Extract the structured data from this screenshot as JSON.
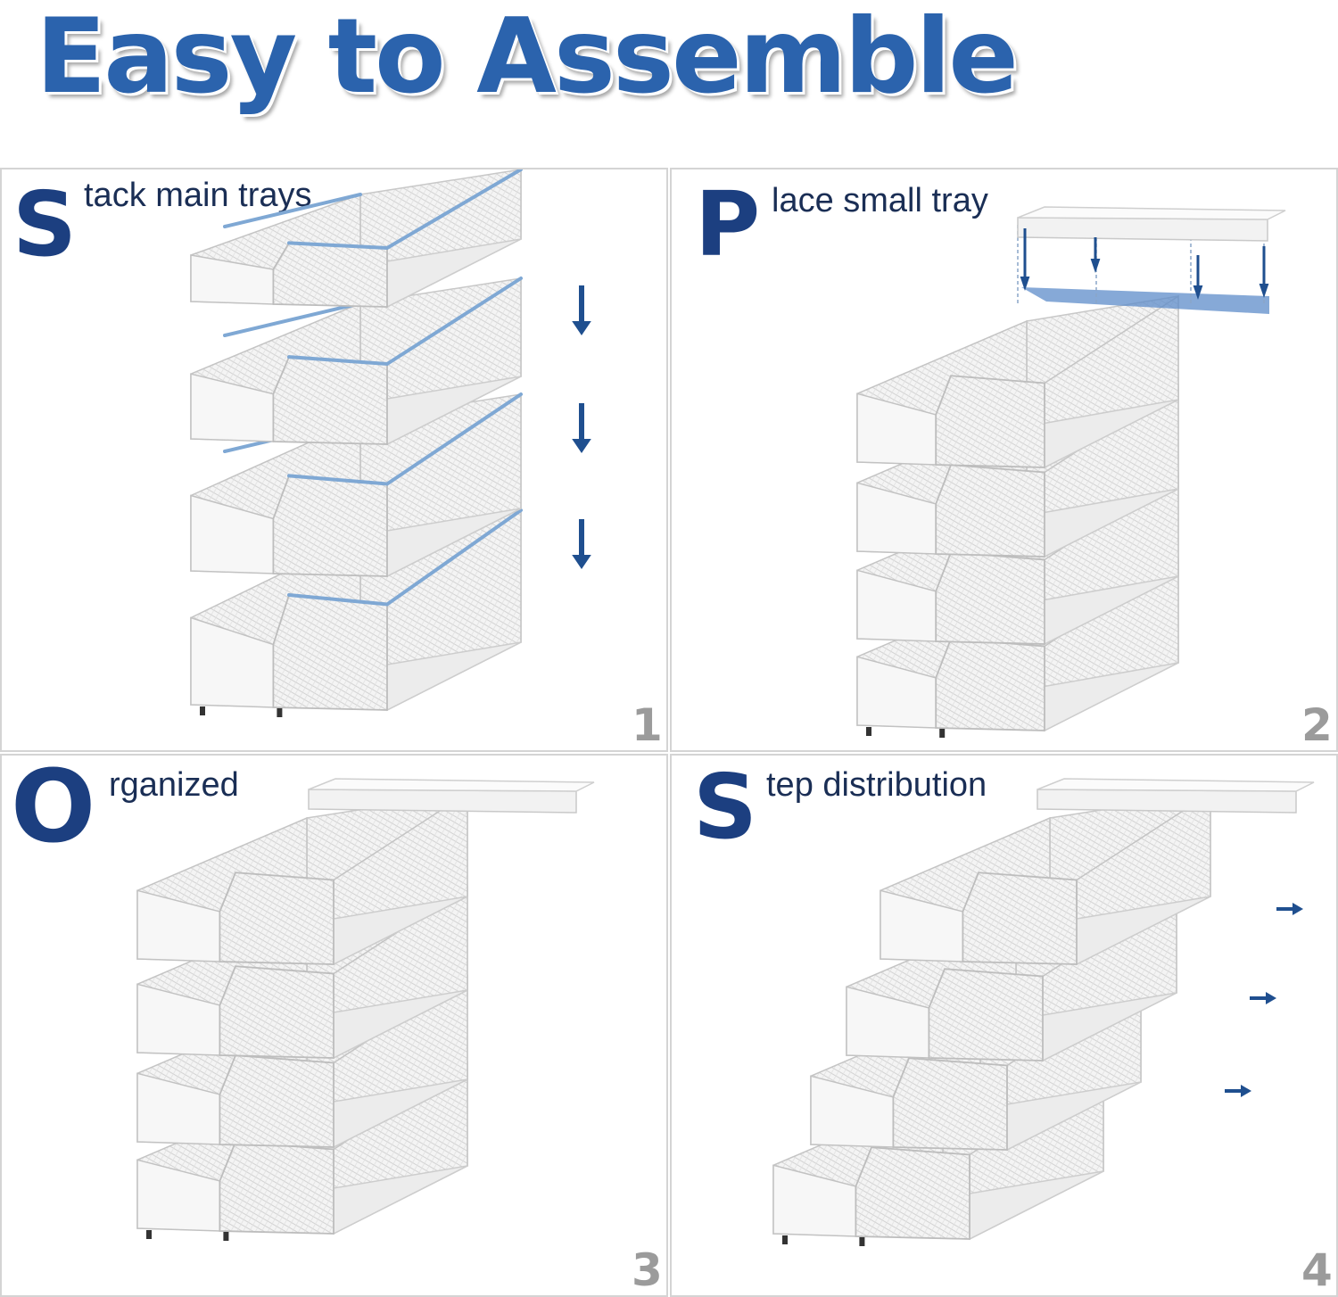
{
  "headline": "Easy to Assemble",
  "colors": {
    "headline": "#2b63ad",
    "initial": "#1c3f80",
    "arrow": "#1f4f8f",
    "step_number": "#9b9b9b"
  },
  "steps": [
    {
      "initial": "S",
      "caption": "tack main trays",
      "number": "1"
    },
    {
      "initial": "P",
      "caption": "lace small tray",
      "number": "2"
    },
    {
      "initial": "O",
      "caption": "rganized",
      "number": "3"
    },
    {
      "initial": "S",
      "caption": "tep distribution",
      "number": "4"
    }
  ]
}
